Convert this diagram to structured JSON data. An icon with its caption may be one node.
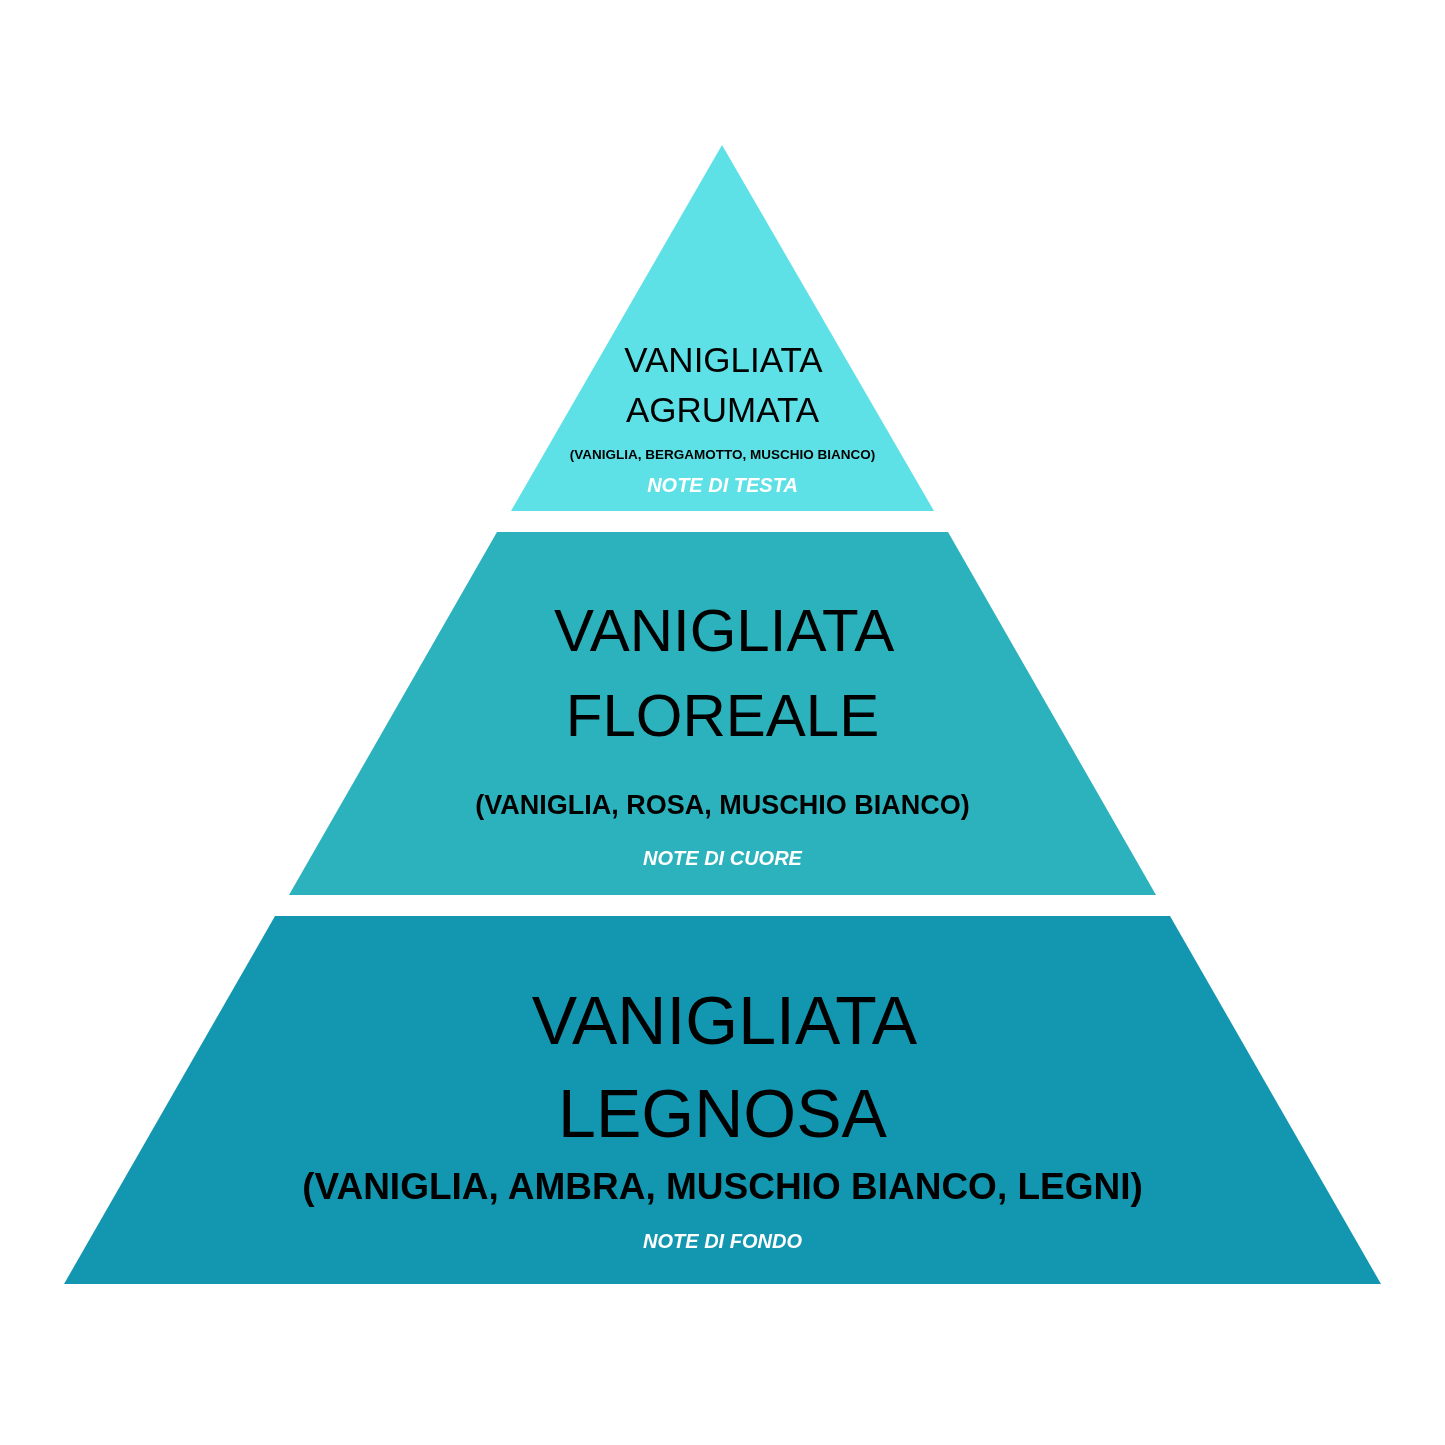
{
  "diagram": {
    "nodes": [
      {
        "text": [
          "VANIGLIATA AGRUMATA",
          "(VANIGLIA, BERGAMOTTO, MUSCHIO BIANCO)",
          "NOTE DI TESTA"
        ]
      },
      {
        "text": [
          "VANIGLIATA FLOREALE",
          "(VANIGLIA, ROSA, MUSCHIO BIANCO)",
          "NOTE DI CUORE"
        ]
      },
      {
        "text": [
          "VANIGLIATA LEGNOSA",
          "(VANIGLIA, AMBRA, MUSCHIO BIANCO, LEGNI)",
          "NOTE DI FONDO"
        ]
      }
    ]
  }
}
